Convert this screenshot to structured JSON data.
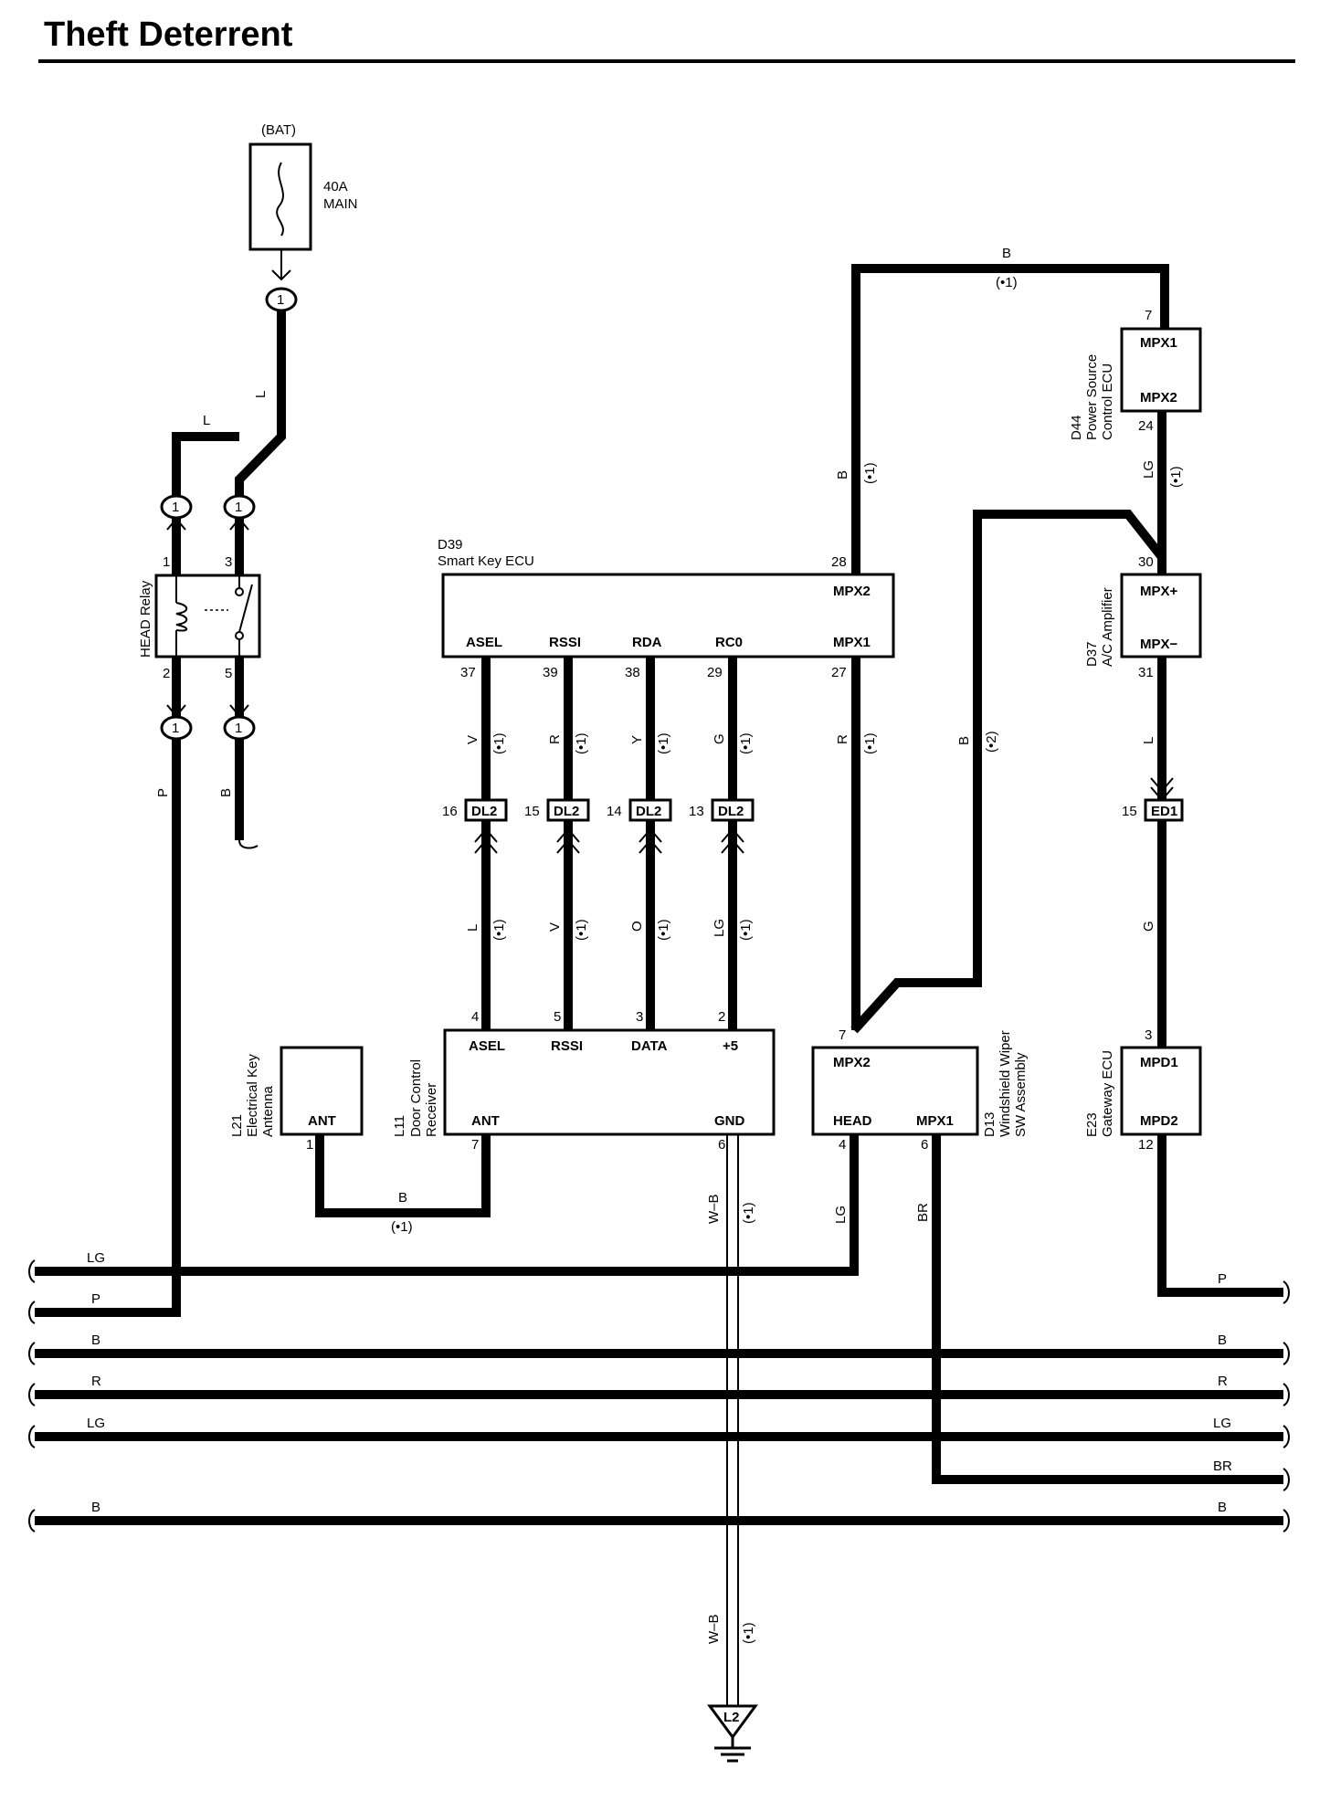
{
  "title": "Theft Deterrent",
  "battery": {
    "label": "(BAT)",
    "fuse_amp": "40A",
    "fuse_name": "MAIN",
    "connector": "1"
  },
  "head_relay": {
    "name": "HEAD Relay",
    "pins": [
      "1",
      "3",
      "2",
      "5"
    ],
    "connector": "1"
  },
  "smart_key_ecu": {
    "code": "D39",
    "name": "Smart Key ECU",
    "ports": [
      "ASEL",
      "RSSI",
      "RDA",
      "RC0",
      "MPX1",
      "MPX2"
    ],
    "pins": [
      "37",
      "39",
      "38",
      "29",
      "27",
      "28"
    ]
  },
  "power_source_ecu": {
    "code": "D44",
    "name_line1": "Power Source",
    "name_line2": "Control ECU",
    "ports": [
      "MPX1",
      "MPX2"
    ],
    "pins": [
      "7",
      "24"
    ]
  },
  "ac_amplifier": {
    "code": "D37",
    "name": "A/C Amplifier",
    "ports": [
      "MPX+",
      "MPX−"
    ],
    "pins": [
      "30",
      "31"
    ]
  },
  "door_control_receiver": {
    "code": "L11",
    "name_line1": "Door Control",
    "name_line2": "Receiver",
    "ports": [
      "ASEL",
      "RSSI",
      "DATA",
      "+5",
      "ANT",
      "GND"
    ],
    "pins": [
      "4",
      "5",
      "3",
      "2",
      "7",
      "6"
    ]
  },
  "electrical_key_antenna": {
    "code": "L21",
    "name_line1": "Electrical Key",
    "name_line2": "Antenna",
    "port": "ANT",
    "pin": "1"
  },
  "windshield_wiper": {
    "code": "D13",
    "name_line1": "Windshield Wiper",
    "name_line2": "SW Assembly",
    "ports": [
      "MPX2",
      "HEAD",
      "MPX1"
    ],
    "pins": [
      "7",
      "4",
      "6"
    ]
  },
  "gateway_ecu": {
    "code": "E23",
    "name": "Gateway ECU",
    "ports": [
      "MPD1",
      "MPD2"
    ],
    "pins": [
      "3",
      "12"
    ]
  },
  "dl2": {
    "name": "DL2",
    "pins": [
      "16",
      "15",
      "14",
      "13"
    ]
  },
  "ed1": {
    "name": "ED1",
    "pin": "15"
  },
  "ground": {
    "name": "L2"
  },
  "wire_colors": {
    "L": "L",
    "B": "B",
    "P": "P",
    "LG": "LG",
    "V": "V",
    "R": "R",
    "Y": "Y",
    "G": "G",
    "O": "O",
    "WB": "W–B",
    "BR": "BR"
  },
  "notes": {
    "n1": "(•1)",
    "n2": "(•2)"
  },
  "buses_left": [
    "LG",
    "P",
    "B",
    "R",
    "LG",
    "B"
  ],
  "buses_right": [
    "P",
    "B",
    "R",
    "LG",
    "BR",
    "B"
  ]
}
